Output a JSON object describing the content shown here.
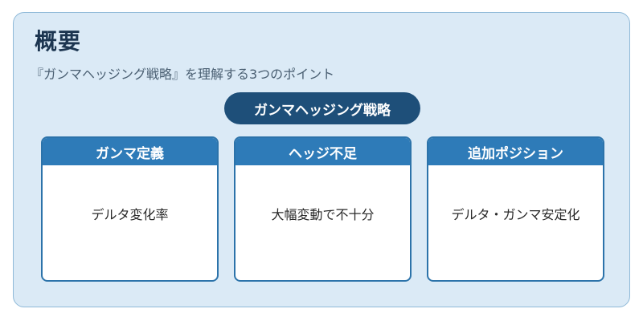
{
  "overview": {
    "title": "概要",
    "subtitle": "『ガンマヘッジング戦略』を理解する3つのポイント"
  },
  "center_label": "ガンマヘッジング戦略",
  "cards": [
    {
      "header": "ガンマ定義",
      "body": "デルタ変化率"
    },
    {
      "header": "ヘッジ不足",
      "body": "大幅変動で不十分"
    },
    {
      "header": "追加ポジション",
      "body": "デルタ・ガンマ安定化"
    }
  ],
  "colors": {
    "panel_bg": "#dbeaf6",
    "pill_bg": "#1e4f79",
    "card_header_bg": "#2e7bb8"
  }
}
